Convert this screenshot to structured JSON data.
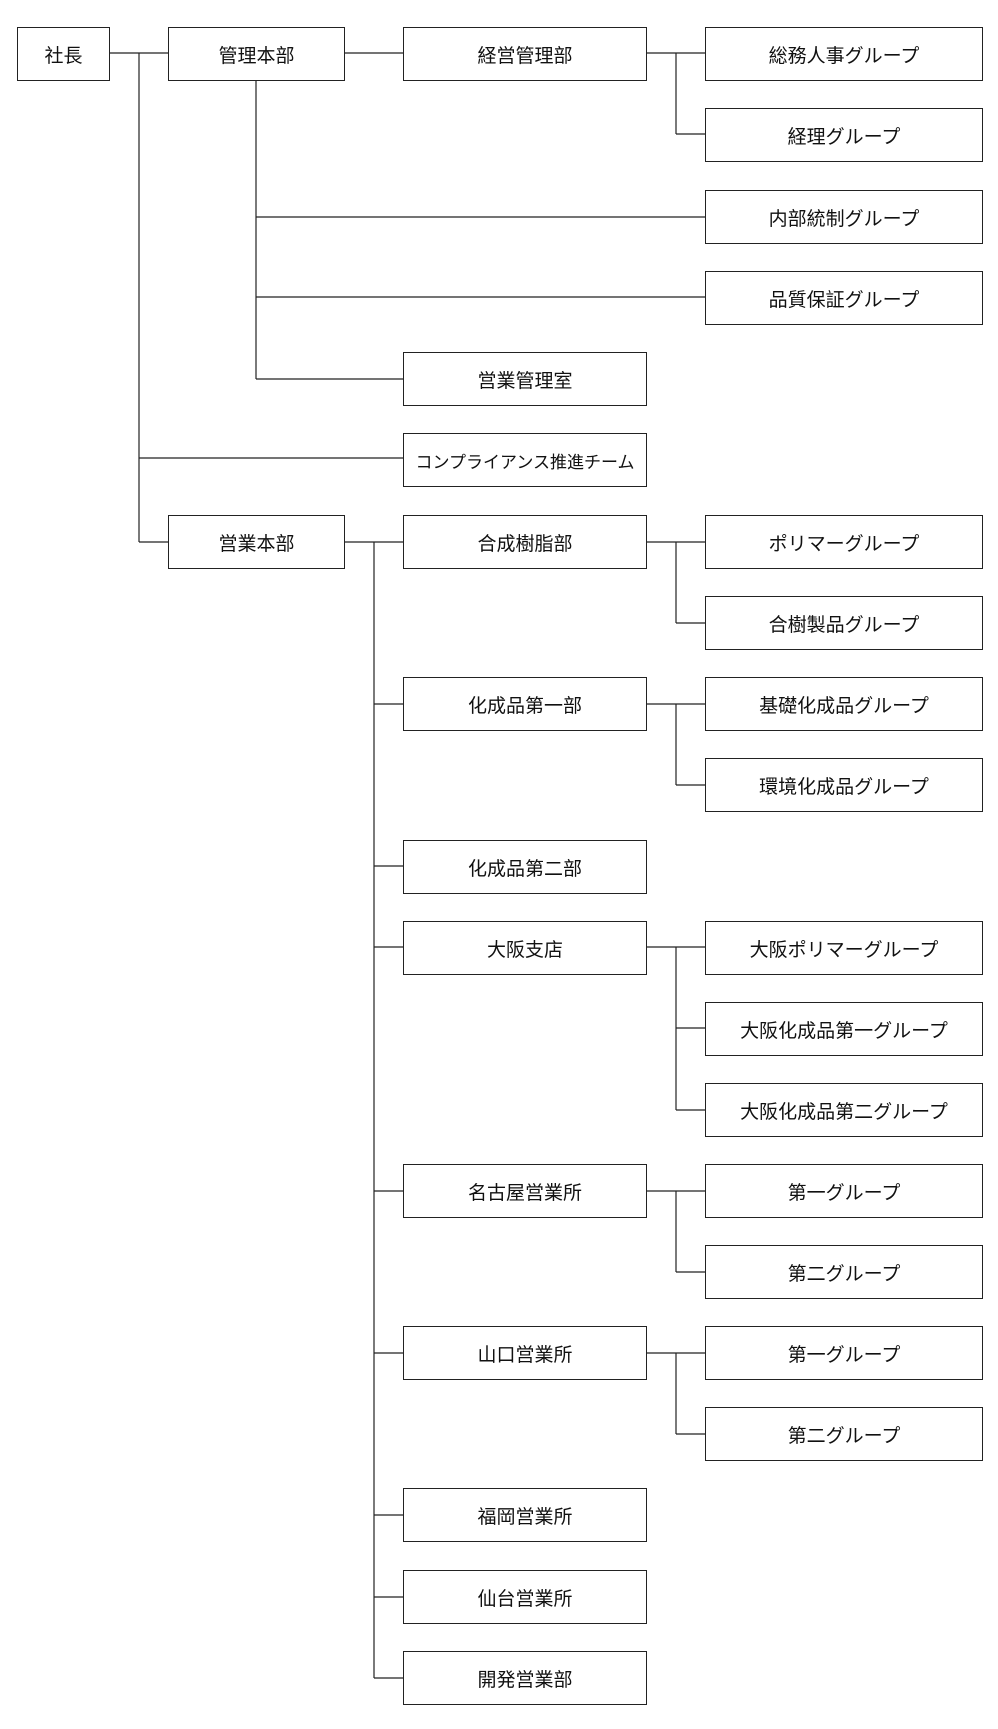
{
  "org": {
    "ceo": "社長",
    "admin_hq": "管理本部",
    "mgmt_dept": "経営管理部",
    "ga_hr_group": "総務人事グループ",
    "accounting_group": "経理グループ",
    "internal_control_group": "内部統制グループ",
    "qa_group": "品質保証グループ",
    "sales_admin_office": "営業管理室",
    "compliance_team": "コンプライアンス推進チーム",
    "sales_hq": "営業本部",
    "resin_dept": "合成樹脂部",
    "polymer_group": "ポリマーグループ",
    "resin_products_group": "合樹製品グループ",
    "chem1_dept": "化成品第一部",
    "basic_chem_group": "基礎化成品グループ",
    "env_chem_group": "環境化成品グループ",
    "chem2_dept": "化成品第二部",
    "osaka_branch": "大阪支店",
    "osaka_polymer_group": "大阪ポリマーグループ",
    "osaka_chem1_group": "大阪化成品第一グループ",
    "osaka_chem2_group": "大阪化成品第二グループ",
    "nagoya_office": "名古屋営業所",
    "nagoya_group1": "第一グループ",
    "nagoya_group2": "第二グループ",
    "yamaguchi_office": "山口営業所",
    "yamaguchi_group1": "第一グループ",
    "yamaguchi_group2": "第二グループ",
    "fukuoka_office": "福岡営業所",
    "sendai_office": "仙台営業所",
    "dev_sales_dept": "開発営業部"
  }
}
